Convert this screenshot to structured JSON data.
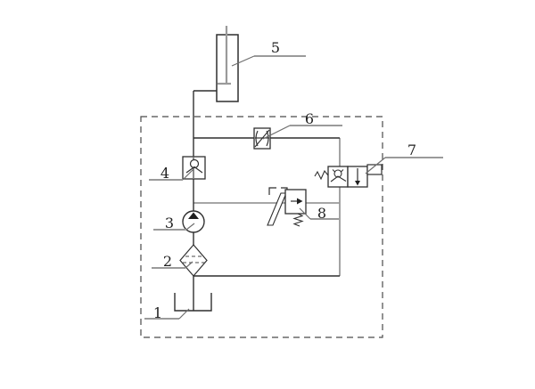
{
  "diagram": {
    "kind": "hydraulic-circuit-schematic",
    "background_color": "#ffffff",
    "line_color": "#2f2f2f",
    "light_line_color": "#9a9a9a",
    "enclosure": {
      "style": "dashed-boundary"
    },
    "labels": [
      {
        "ref": "1",
        "component": "oil-tank"
      },
      {
        "ref": "2",
        "component": "filter"
      },
      {
        "ref": "3",
        "component": "pump"
      },
      {
        "ref": "4",
        "component": "check-valve"
      },
      {
        "ref": "5",
        "component": "cylinder"
      },
      {
        "ref": "6",
        "component": "throttle-valve"
      },
      {
        "ref": "7",
        "component": "solenoid-directional-valve"
      },
      {
        "ref": "8",
        "component": "relief-valve"
      }
    ]
  }
}
